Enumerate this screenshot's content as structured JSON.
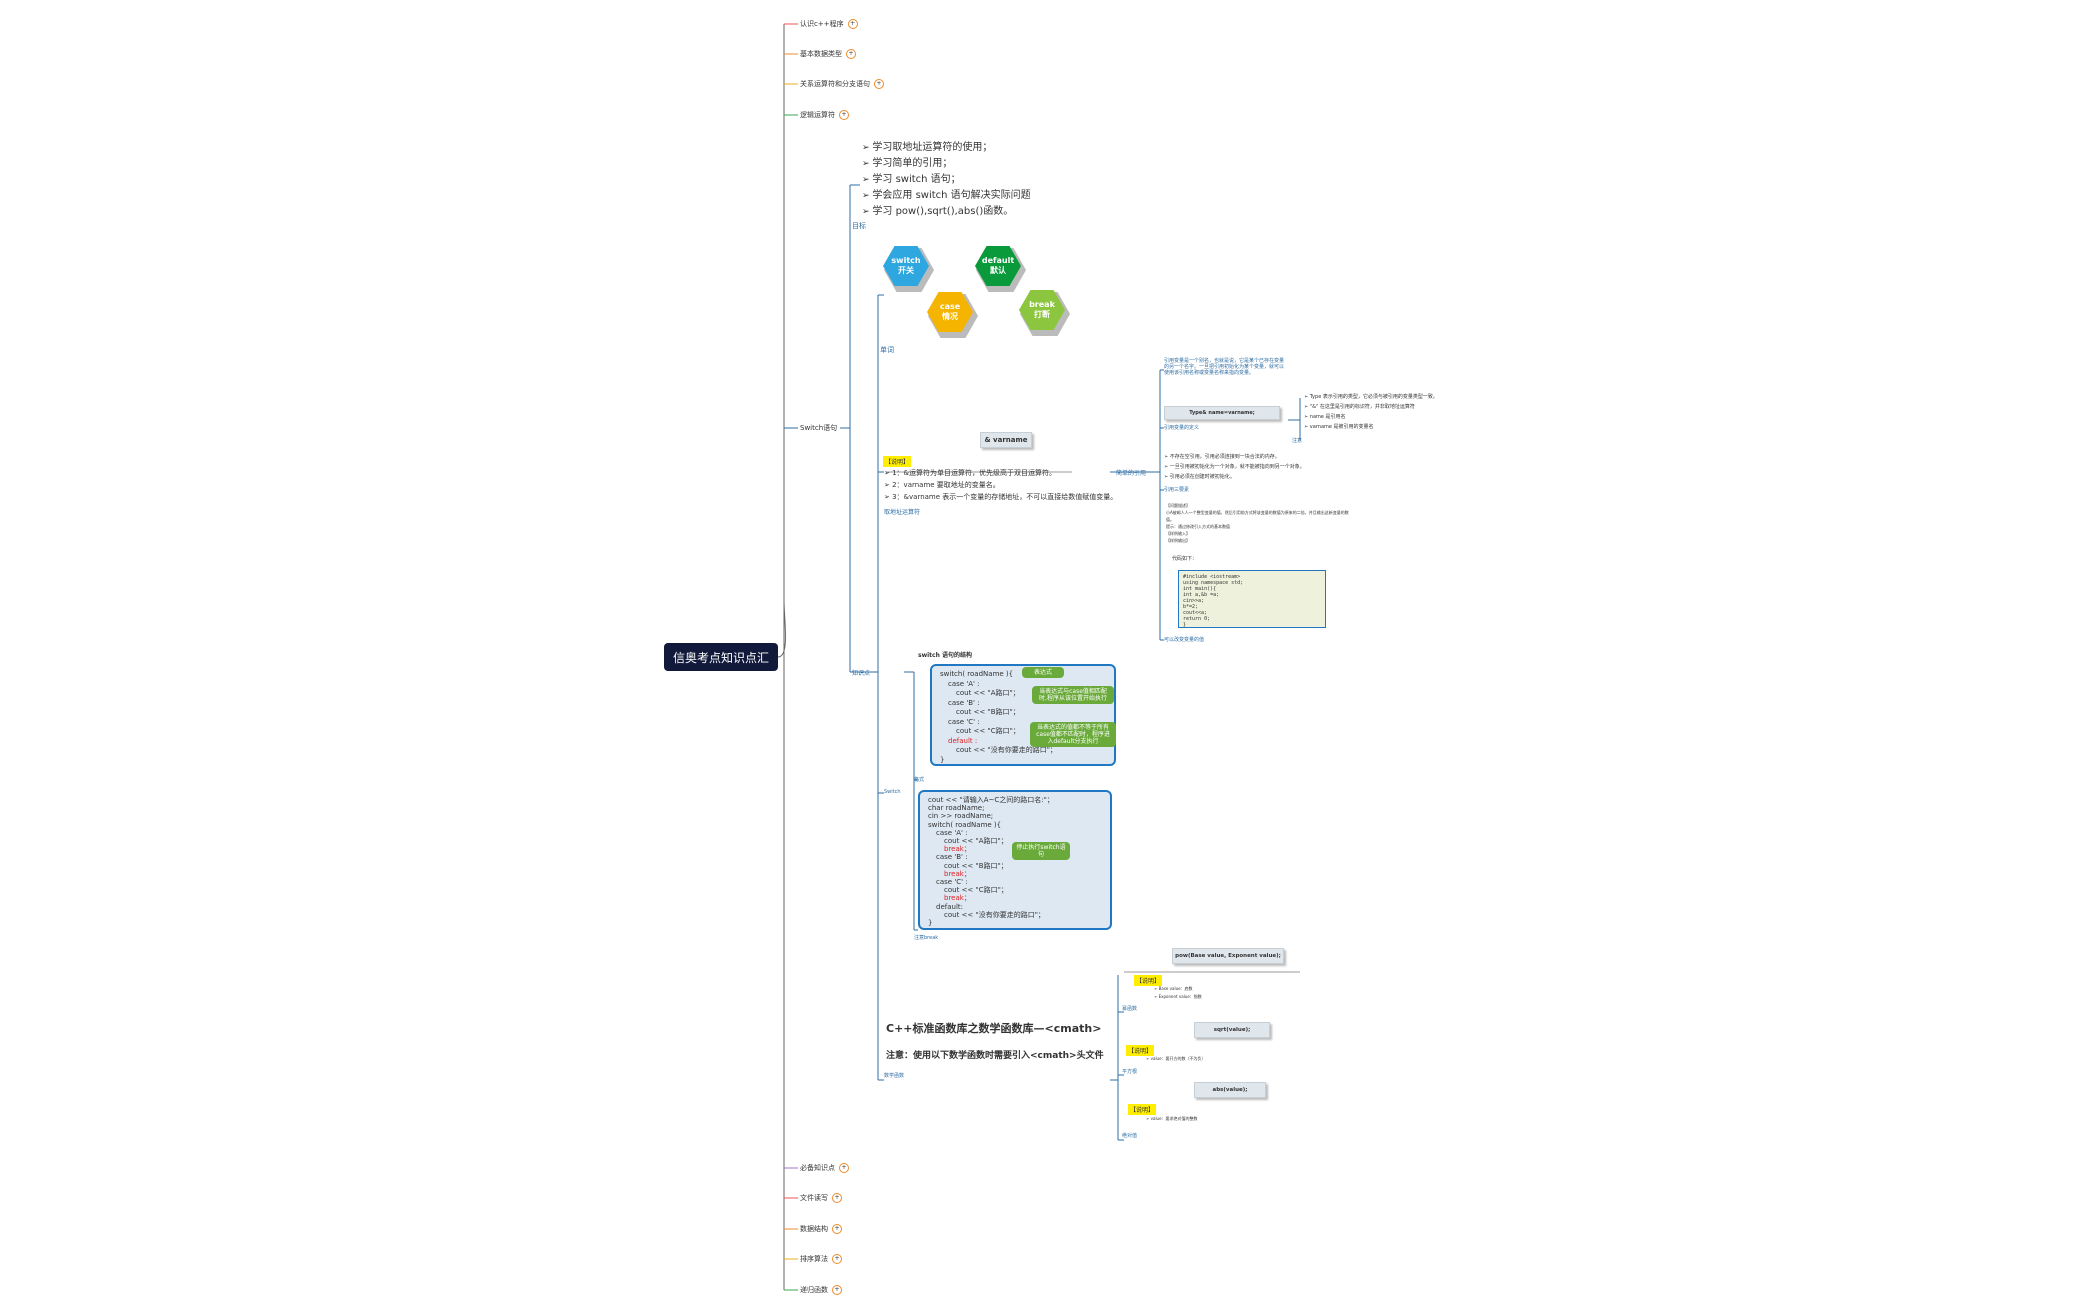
{
  "root": {
    "title": "信奥考点知识点汇"
  },
  "branches": [
    {
      "label": "认识c++程序"
    },
    {
      "label": "基本数据类型"
    },
    {
      "label": "关系运算符和分支语句"
    },
    {
      "label": "逻辑运算符"
    },
    {
      "label": "Switch语句"
    },
    {
      "label": "必备知识点"
    },
    {
      "label": "文件读写"
    },
    {
      "label": "数据结构"
    },
    {
      "label": "排序算法"
    },
    {
      "label": "递归函数"
    }
  ],
  "goals": {
    "items": [
      "学习取地址运算符的使用；",
      "学习简单的引用；",
      "学习 switch 语句；",
      "学会应用 switch 语句解决实际问题",
      "学习 pow(),sqrt(),abs()函数。"
    ],
    "label": "目标"
  },
  "keywords": {
    "label": "单词",
    "hexes": [
      {
        "en": "switch",
        "zh": "开关",
        "color": "#2ea7e0"
      },
      {
        "en": "default",
        "zh": "默认",
        "color": "#0a9a3c"
      },
      {
        "en": "case",
        "zh": "情况",
        "color": "#f4b400"
      },
      {
        "en": "break",
        "zh": "打断",
        "color": "#8cc63f"
      }
    ]
  },
  "knowledge": {
    "label": "知识点"
  },
  "address_op": {
    "chip": "& varname",
    "tag": "【说明】",
    "lines": [
      "1：&运算符为单目运算符，优先级高于双目运算符。",
      "2：varname 要取地址的变量名。",
      "3：&varname 表示一个变量的存储地址，不可以直接给数值赋值变量。"
    ],
    "label": "取地址运算符",
    "ref_label": "简单的引用"
  },
  "reference": {
    "intro": "引用变量是一个别名，也就是说，它是某个已存在变量的另一个名字。一旦把引用初始化为某个变量，就可以使用该引用名称或变量名称来指向变量。",
    "chip": "Type& name=varname;",
    "def_label": "引用变量的定义",
    "notes": [
      "Type 表示引用的类型，它必须与被引用的变量类型一致。",
      "\"&\" 在这里是引用的标识符，并非取地址运算符",
      "name 是引用名",
      "varname 是被引用的变量名"
    ],
    "notes_label": "注意",
    "rules": [
      "不存在空引用。引用必须连接到一块合法的内存。",
      "一旦引用被初始化为一个对象，就不能被指向到另一个对象。",
      "引用必须在创建时被初始化。"
    ],
    "rules_label": "引用三要素",
    "example_lines": [
      "【问题描述】",
      "小A被邮人人一个整型变量的值，然后引用前方式将该变量的数值为原来的二倍，并且输出这新变量的数值。",
      "提示：通过修改引入方式的基本数值",
      "【样例输入】 ",
      "【样例输出】 "
    ],
    "code_label": "代码如下：",
    "code": [
      "#include <iostream>",
      "using namespace std;",
      "int main(){",
      "   int a,&b =a;",
      "   cin>>a;",
      "   b*=2;",
      "   cout<<a;",
      "   return 0;",
      "}"
    ],
    "code_footer": "可以改变变量的值"
  },
  "switch_struct": {
    "title": "switch 语句的结构",
    "code": [
      "switch( roadName ){",
      "case    'A'  :",
      "  cout << \"A路口\"；",
      "case    'B'  :",
      "  cout << \"B路口\"；",
      "case    'C'  :",
      "  cout << \"C路口\"；",
      "default :",
      "  cout << \"没有你要走的路口\"；",
      "}"
    ],
    "bubble1": "表达式",
    "bubble2": "当表达式与case值相匹配时,程序从该位置开始执行",
    "bubble3": "当表达式的值都不等于所有case值都不匹配时，程序进入default分支执行",
    "label": "格式",
    "break_label": "注意break",
    "switch_label": "Switch"
  },
  "switch_example": {
    "code": [
      "cout << \"请输入A~C之间的路口名:\"；",
      "char  roadName;",
      "cin >> roadName;",
      "switch( roadName ){",
      "  case   'A'  :",
      "    cout << \"A路口\"；",
      "    break；",
      "  case   'B'  :",
      "    cout << \"B路口\"；",
      "    break；",
      "  case   'C'  :",
      "    cout << \"C路口\"；",
      "    break；",
      "  default:",
      "    cout << \"没有你要走的路口\"；",
      "}"
    ],
    "bubble": "停止执行switch语句"
  },
  "cmath": {
    "title": "C++标准函数库之数学函数库—<cmath>",
    "note": "注意：使用以下数学函数时需要引入<cmath>头文件",
    "label": "数学函数",
    "pow": {
      "chip": "pow(Base value, Exponent value);",
      "tag": "【说明】",
      "lines": [
        "Base value：底数",
        "Exponent value：指数"
      ],
      "label": "幂函数"
    },
    "sqrt": {
      "chip": "sqrt(value);",
      "tag": "【说明】",
      "lines": [
        "value：要开方的数（不为负）"
      ],
      "label": "平方根"
    },
    "abs": {
      "chip": "abs(value);",
      "tag": "【说明】",
      "lines": [
        "value：要求绝对值的整数"
      ],
      "label": "绝对值"
    }
  }
}
